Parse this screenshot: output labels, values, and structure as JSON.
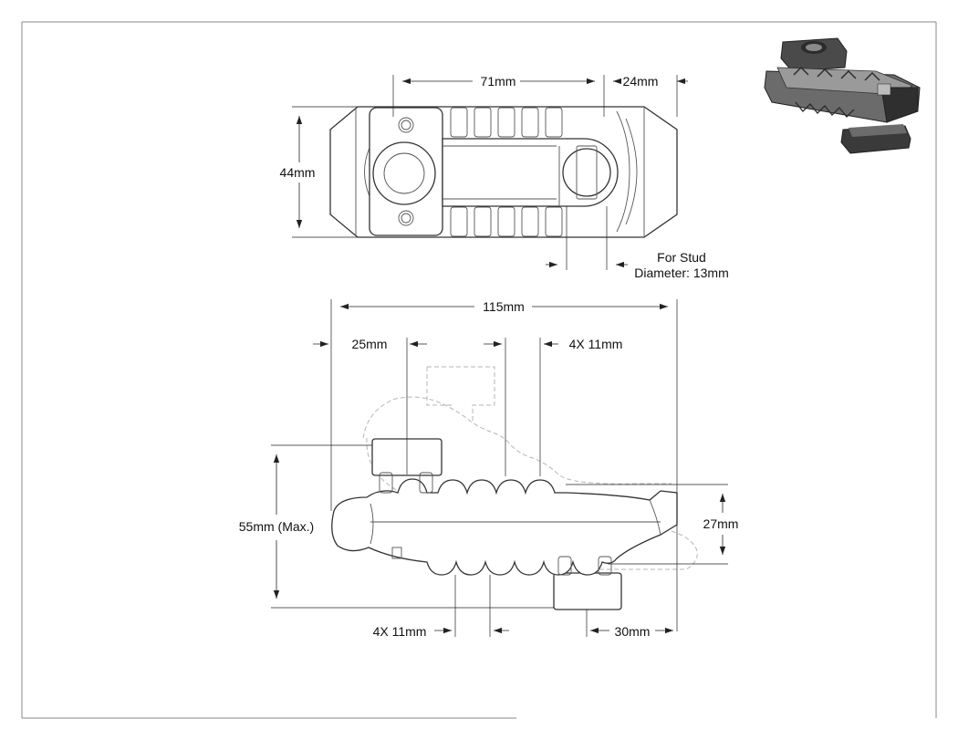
{
  "dimensions": {
    "top_length": "71mm",
    "top_end": "24mm",
    "top_width": "44mm",
    "stud_line1": "For Stud",
    "stud_line2": "Diameter: 13mm",
    "side_length": "115mm",
    "side_step": "25mm",
    "side_pitch_top": "4X 11mm",
    "side_height": "55mm (Max.)",
    "side_thickness": "27mm",
    "side_pitch_bottom": "4X 11mm",
    "side_foot": "30mm"
  },
  "colors": {
    "line": "#333333",
    "ghost": "#b5b5b5",
    "frame": "#8a8a8a",
    "render_dark": "#3a3a3a",
    "render_mid": "#6b6b6b"
  }
}
